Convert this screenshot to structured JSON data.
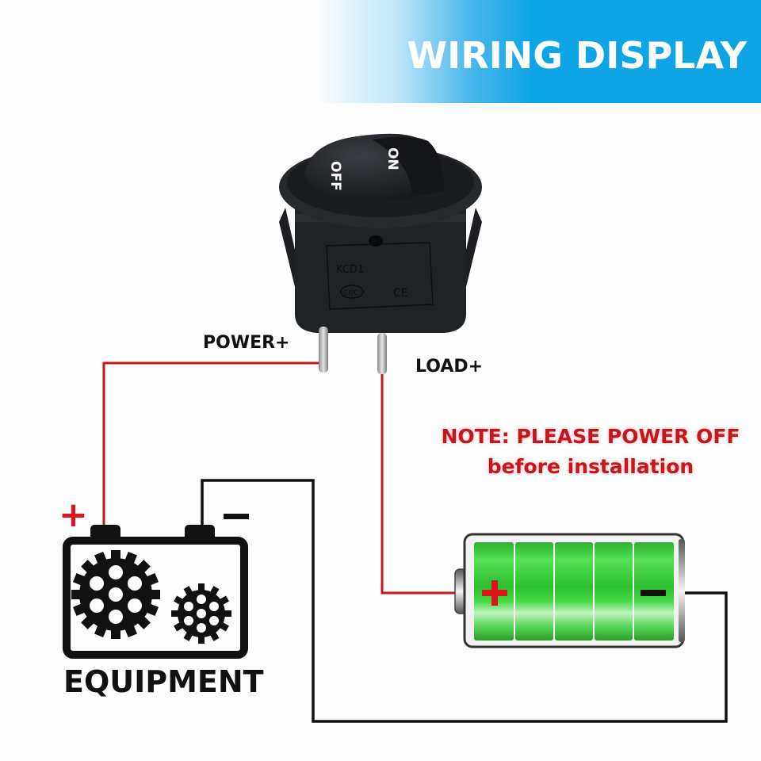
{
  "header": {
    "title": "WIRING DISPLAY",
    "bg_color": "#0ea3e4"
  },
  "switch": {
    "on_label": "ON",
    "off_label": "OFF",
    "model": "KCD1",
    "cert_mark": "CQC",
    "ce_mark": "CE"
  },
  "terminals": {
    "power_label": "POWER+",
    "load_label": "LOAD+"
  },
  "note": {
    "line1": "NOTE: PLEASE POWER OFF",
    "line2": "before installation",
    "color": "#c4161c"
  },
  "equipment": {
    "label": "EQUIPMENT",
    "plus": "+",
    "minus": "−"
  },
  "battery": {
    "plus": "+",
    "minus": "−",
    "cells": 5,
    "color": "#3cc83c"
  },
  "wires": {
    "positive_color": "#c8161c",
    "negative_color": "#111111"
  }
}
